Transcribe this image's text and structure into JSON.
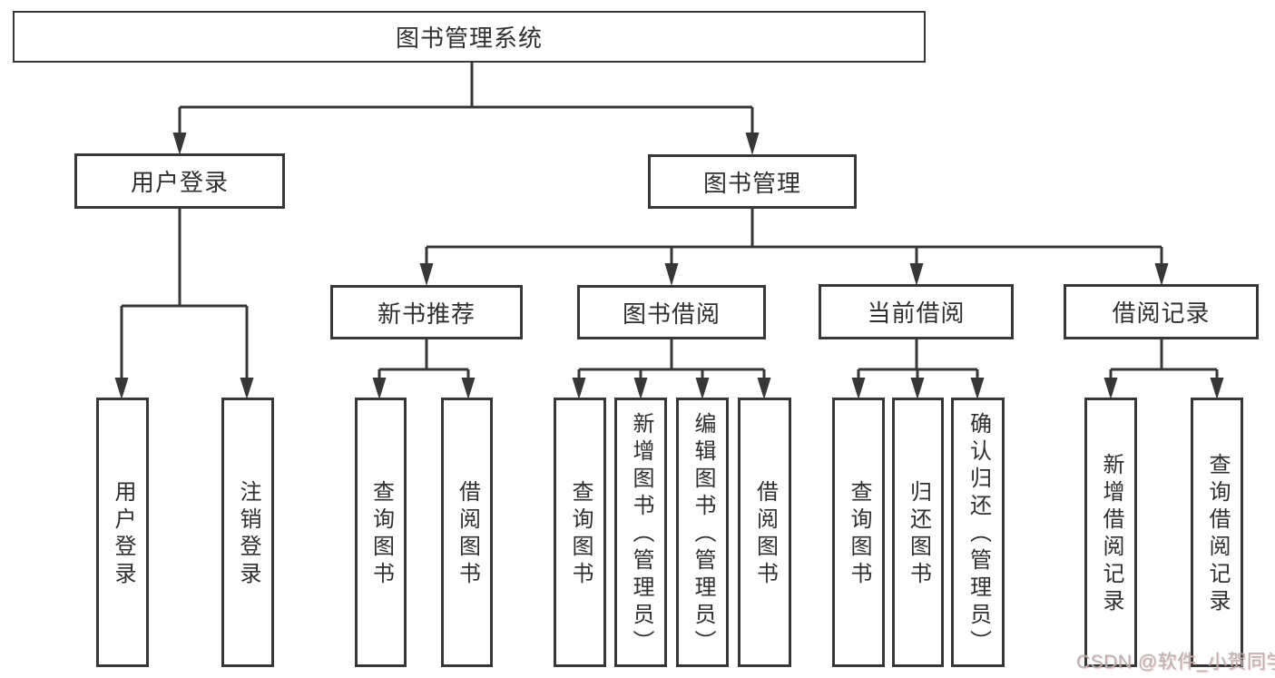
{
  "tree": {
    "root": {
      "label": "图书管理系统"
    },
    "branches": [
      {
        "label": "用户登录",
        "children": [
          {
            "label": "用户登录"
          },
          {
            "label": "注销登录"
          }
        ]
      },
      {
        "label": "图书管理",
        "children": [
          {
            "label": "新书推荐",
            "children": [
              {
                "label": "查询图书"
              },
              {
                "label": "借阅图书"
              }
            ]
          },
          {
            "label": "图书借阅",
            "children": [
              {
                "label": "查询图书"
              },
              {
                "label": "新增图书（管理员）"
              },
              {
                "label": "编辑图书（管理员）"
              },
              {
                "label": "借阅图书"
              }
            ]
          },
          {
            "label": "当前借阅",
            "children": [
              {
                "label": "查询图书"
              },
              {
                "label": "归还图书"
              },
              {
                "label": "确认归还（管理员）"
              }
            ]
          },
          {
            "label": "借阅记录",
            "children": [
              {
                "label": "新增借阅记录"
              },
              {
                "label": "查询借阅记录"
              }
            ]
          }
        ]
      }
    ]
  },
  "watermark": {
    "text": "CSDN @软件_小贺同学"
  },
  "colors": {
    "line": "#373737",
    "text": "#2f2f2f",
    "background": "#ffffff",
    "watermark": "#b4b4b4"
  }
}
